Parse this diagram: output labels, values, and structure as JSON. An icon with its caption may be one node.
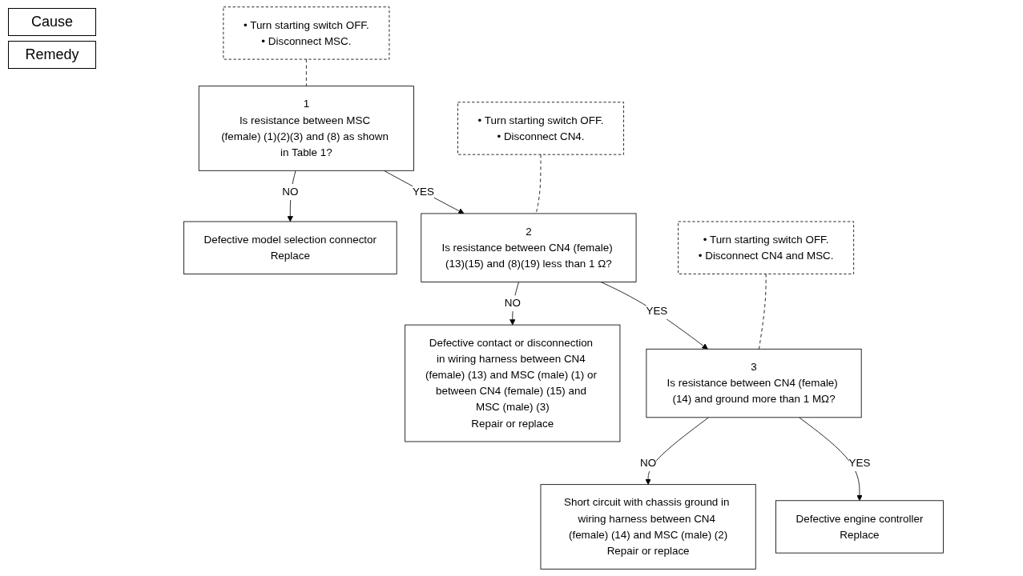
{
  "diagram": {
    "nodes": [
      {
        "text": [
          "• Turn starting switch OFF.",
          "• Disconnect MSC."
        ]
      },
      {
        "text": [
          "1",
          "Is resistance between MSC (female) (1)(2)(3) and (8) as shown in Table 1?"
        ]
      },
      {
        "text": [
          "Defective model selection connector",
          "Replace"
        ]
      },
      {
        "text": [
          "• Turn starting switch OFF.",
          "• Disconnect CN4."
        ]
      },
      {
        "text": [
          "2",
          "Is resistance between CN4 (female) (13)(15) and (8)(19) less than 1 Ω?"
        ]
      },
      {
        "text": [
          "Defective contact or disconnection in wiring harness between CN4 (female) (13) and MSC (male) (1) or between CN4 (female) (15) and MSC (male) (3)",
          "Repair or replace"
        ]
      },
      {
        "text": [
          "• Turn starting switch OFF.",
          "• Disconnect CN4 and MSC."
        ]
      },
      {
        "text": [
          "3",
          "Is resistance between CN4 (female) (14) and ground more than 1 MΩ?"
        ]
      },
      {
        "text": [
          "Short circuit with chassis ground in wiring harness between CN4 (female) (14) and MSC (male) (2)",
          "Repair or replace"
        ]
      },
      {
        "text": [
          "Defective engine controller",
          "Replace"
        ]
      }
    ],
    "edges": [
      {
        "from": 0,
        "to": 1,
        "arrow": "none",
        "style": "dashed"
      },
      {
        "from": 1,
        "to": 2,
        "arrow": "to",
        "label": "NO"
      },
      {
        "from": 1,
        "to": 4,
        "arrow": "to",
        "label": "YES"
      },
      {
        "from": 3,
        "to": 4,
        "arrow": "none",
        "style": "dashed"
      },
      {
        "from": 4,
        "to": 5,
        "arrow": "to",
        "label": "NO"
      },
      {
        "from": 4,
        "to": 7,
        "arrow": "to",
        "label": "YES"
      },
      {
        "from": 6,
        "to": 7,
        "arrow": "none",
        "style": "dashed"
      },
      {
        "from": 7,
        "to": 8,
        "arrow": "to",
        "label": "NO"
      },
      {
        "from": 7,
        "to": 9,
        "arrow": "to",
        "label": "YES"
      }
    ],
    "labels": [
      "Cause",
      "Remedy"
    ]
  }
}
